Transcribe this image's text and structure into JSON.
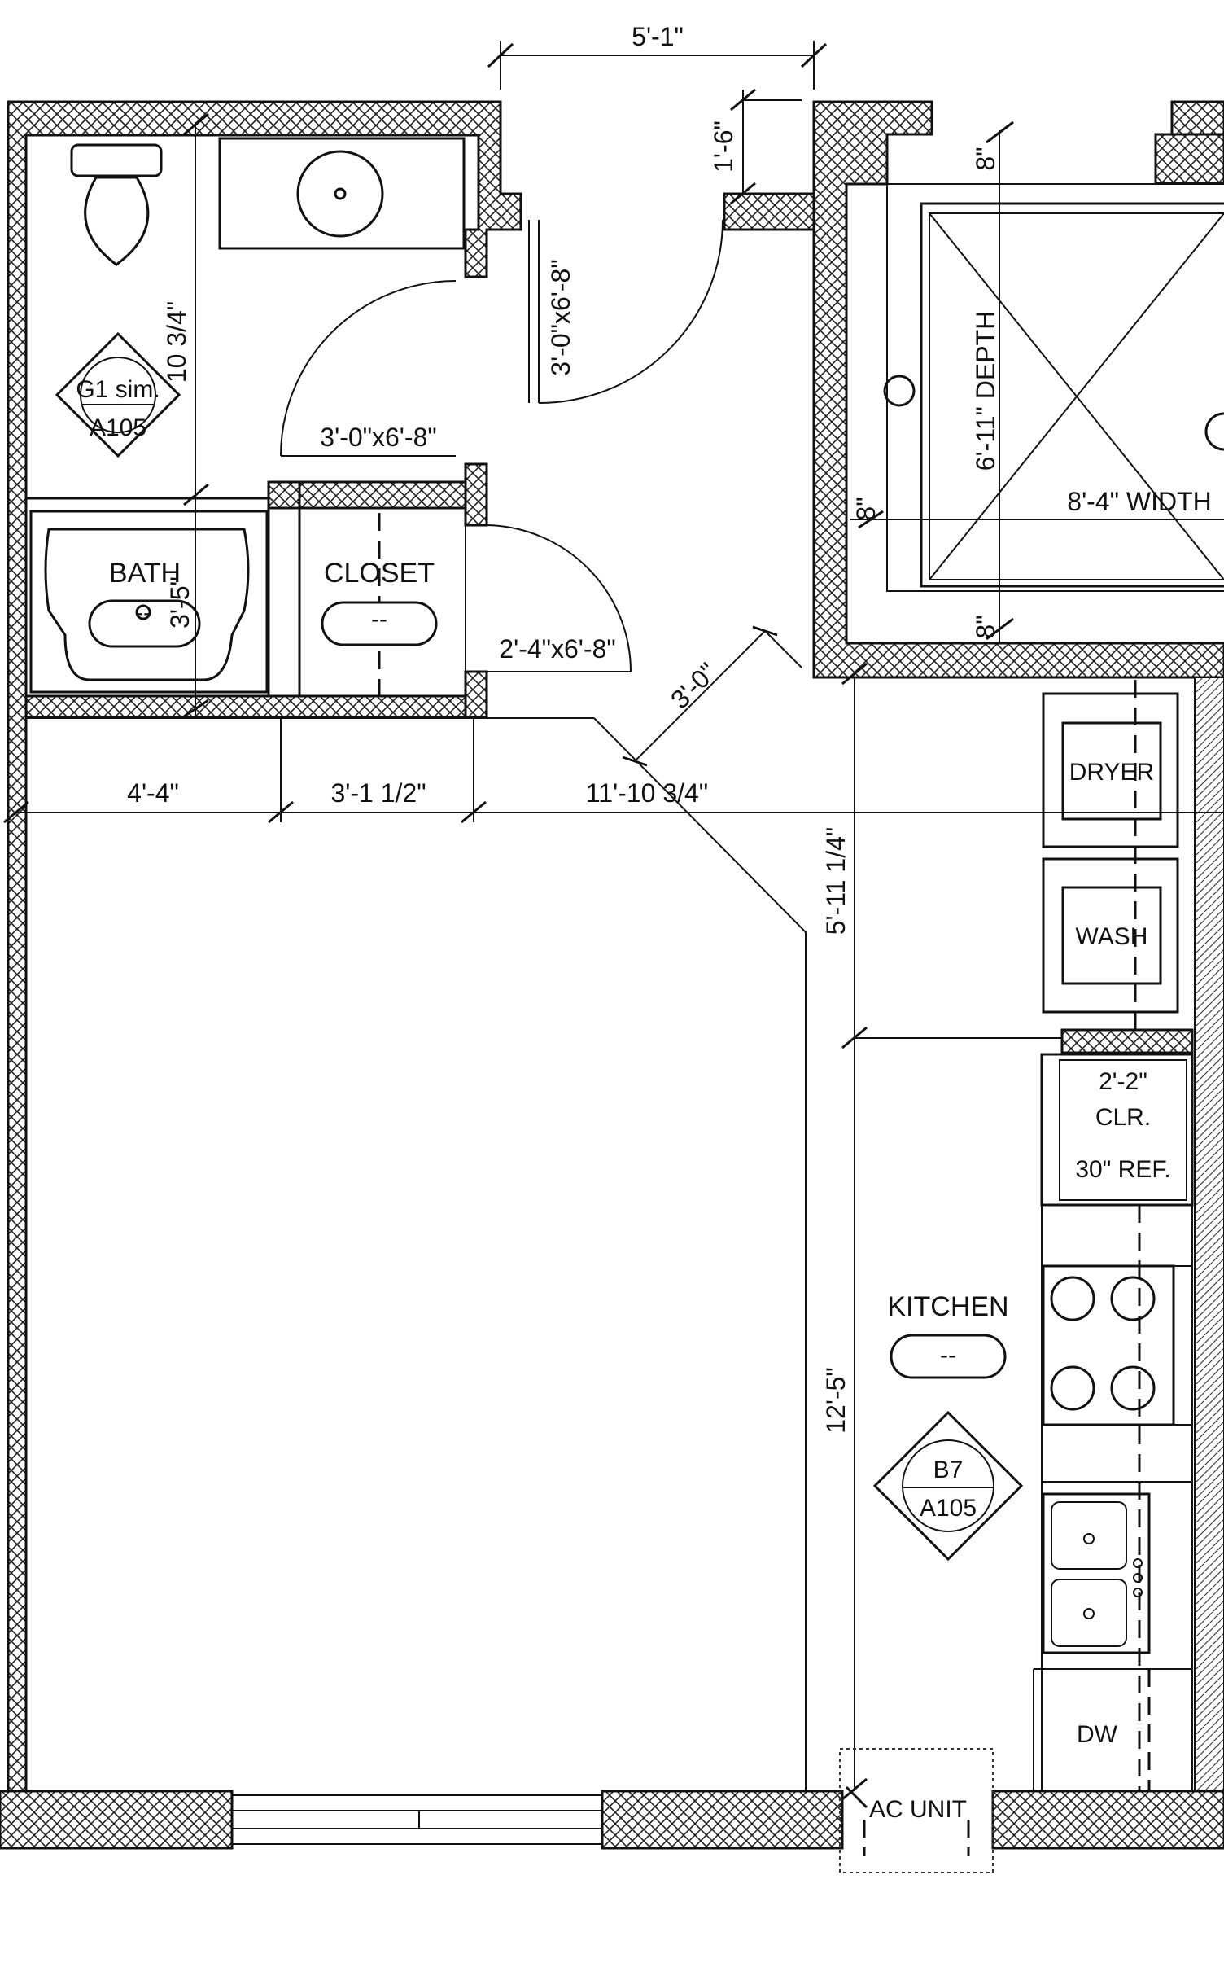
{
  "rooms": {
    "bath": "BATH",
    "closet": "CLOSET",
    "kitchen": "KITCHEN"
  },
  "tags": {
    "bath_tag": "--",
    "closet_tag": "--",
    "kitchen_tag": "--"
  },
  "callouts": {
    "g1": {
      "top": "G1 sim.",
      "bottom": "A105"
    },
    "b7": {
      "top": "B7",
      "bottom": "A105"
    }
  },
  "appliances": {
    "dryer": "DRYER",
    "wash": "WASH",
    "clr": "2'-2\"",
    "clr2": "CLR.",
    "ref": "30\" REF.",
    "dw": "DW",
    "ac": "AC UNIT"
  },
  "dimensions": {
    "top_opening": "5'-1\"",
    "wing_wall": "1'-6\"",
    "entry_door": "3'-0\"x6'-8\"",
    "bath_door": "3'-0\"x6'-8\"",
    "bath_length": "10 3/4\"",
    "bath_small": "3'-5\"",
    "closet_door": "2'-4\"x6'-8\"",
    "diag": "3'-0\"",
    "span_a": "4'-4\"",
    "span_b": "3'-1 1/2\"",
    "span_c": "11'-10 3/4\"",
    "laundry_depth": "5'-11 1/4\"",
    "kitchen_len": "12'-5\"",
    "shaft_depth": "6'-11\" DEPTH",
    "shaft_width": "8'-4\" WIDTH",
    "shaft_top": "8\"",
    "shaft_left": "8\"",
    "shaft_bottom": "8\""
  },
  "colors": {
    "ink": "#111111",
    "paper": "#ffffff"
  }
}
